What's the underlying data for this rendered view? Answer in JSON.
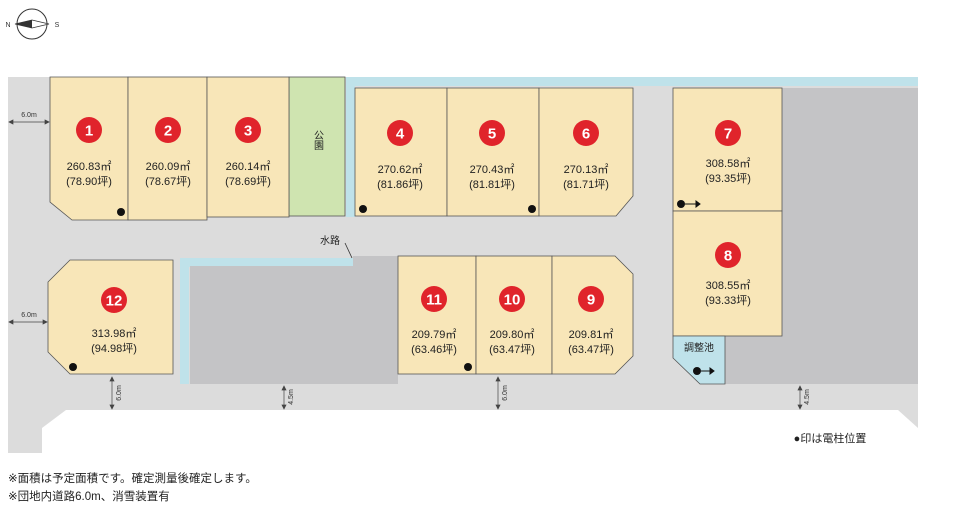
{
  "compass": {
    "north": "N",
    "south": "S"
  },
  "lots": [
    {
      "id": "1",
      "area": "260.83㎡",
      "tsubo": "(78.90坪)"
    },
    {
      "id": "2",
      "area": "260.09㎡",
      "tsubo": "(78.67坪)"
    },
    {
      "id": "3",
      "area": "260.14㎡",
      "tsubo": "(78.69坪)"
    },
    {
      "id": "4",
      "area": "270.62㎡",
      "tsubo": "(81.86坪)"
    },
    {
      "id": "5",
      "area": "270.43㎡",
      "tsubo": "(81.81坪)"
    },
    {
      "id": "6",
      "area": "270.13㎡",
      "tsubo": "(81.71坪)"
    },
    {
      "id": "7",
      "area": "308.58㎡",
      "tsubo": "(93.35坪)"
    },
    {
      "id": "8",
      "area": "308.55㎡",
      "tsubo": "(93.33坪)"
    },
    {
      "id": "9",
      "area": "209.81㎡",
      "tsubo": "(63.47坪)"
    },
    {
      "id": "10",
      "area": "209.80㎡",
      "tsubo": "(63.47坪)"
    },
    {
      "id": "11",
      "area": "209.79㎡",
      "tsubo": "(63.46坪)"
    },
    {
      "id": "12",
      "area": "313.98㎡",
      "tsubo": "(94.98坪)"
    }
  ],
  "labels": {
    "park": "公園",
    "waterway": "水路",
    "pond": "調整池",
    "legend": "●印は電柱位置"
  },
  "dimensions": {
    "road_6m_a": "6.0m",
    "road_6m_b": "6.0m",
    "road_6m_c": "6.0m",
    "road_6m_d": "6.0m",
    "road_45_a": "4.5m",
    "road_45_b": "4.5m"
  },
  "notes": [
    "※面積は予定面積です。確定測量後確定します。",
    "※団地内道路6.0m、消雪装置有"
  ],
  "colors": {
    "lot": "#f8e6b8",
    "road": "#dcdcdc",
    "gray": "#c4c4c6",
    "park": "#cfe4b0",
    "water": "#bfe2ea",
    "marker": "#e0242b"
  }
}
